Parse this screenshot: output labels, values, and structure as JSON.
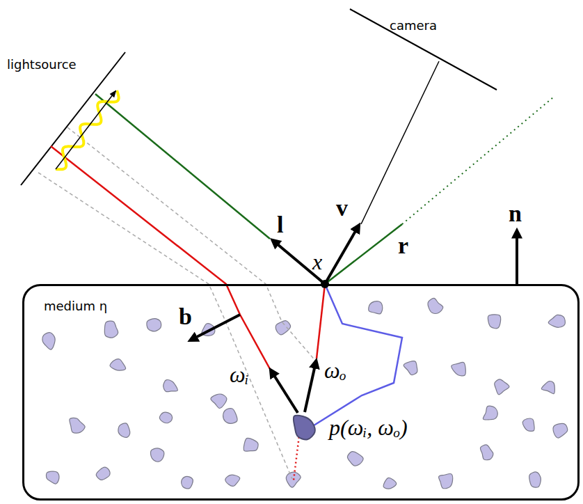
{
  "diagram": {
    "nodes": [
      {
        "text": [
          "medium η"
        ]
      }
    ],
    "labels": [
      "lightsource",
      "camera",
      "l",
      "v",
      "x",
      "r",
      "n",
      "b",
      "ωᵢ",
      "ωₒ",
      "p(ωᵢ, ωₒ)"
    ]
  }
}
